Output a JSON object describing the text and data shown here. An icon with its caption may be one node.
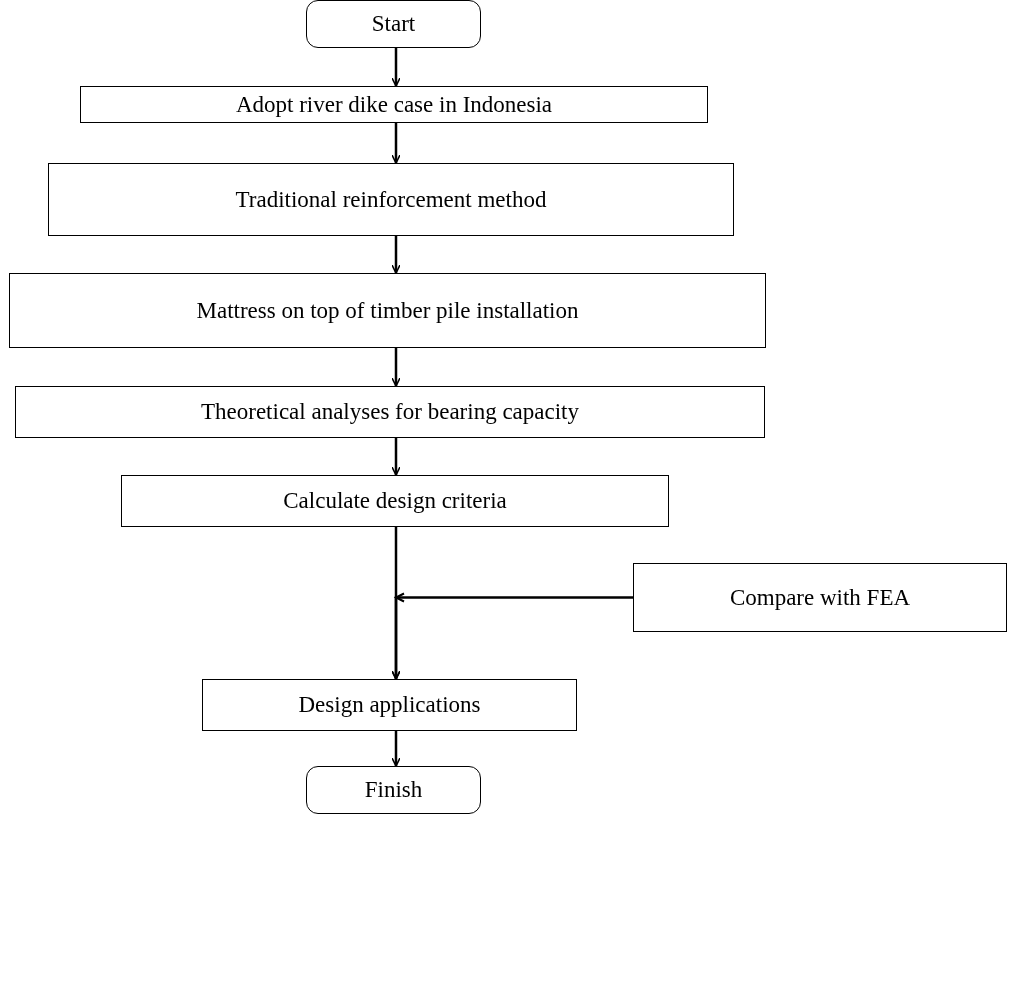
{
  "diagram": {
    "nodes": [
      {
        "text": [
          "Start"
        ]
      },
      {
        "text": [
          "Adopt river dike case in Indonesia"
        ]
      },
      {
        "text": [
          "Traditional reinforcement method"
        ]
      },
      {
        "text": [
          "Mattress on top of timber pile installation"
        ]
      },
      {
        "text": [
          "Theoretical analyses for bearing capacity"
        ]
      },
      {
        "text": [
          "Calculate design criteria"
        ]
      },
      {
        "text": [
          "Compare with FEA"
        ]
      },
      {
        "text": [
          "Design applications"
        ]
      },
      {
        "text": [
          "Finish"
        ]
      }
    ],
    "edges": [
      {
        "from": 0,
        "to": 1,
        "arrow": "to"
      },
      {
        "from": 1,
        "to": 2,
        "arrow": "to"
      },
      {
        "from": 2,
        "to": 3,
        "arrow": "to"
      },
      {
        "from": 3,
        "to": 4,
        "arrow": "to"
      },
      {
        "from": 4,
        "to": 5,
        "arrow": "to"
      },
      {
        "from": 5,
        "to": 7,
        "arrow": "to"
      },
      {
        "from": 6,
        "to": 7,
        "arrow": "to"
      },
      {
        "from": 7,
        "to": 8,
        "arrow": "to"
      }
    ]
  }
}
